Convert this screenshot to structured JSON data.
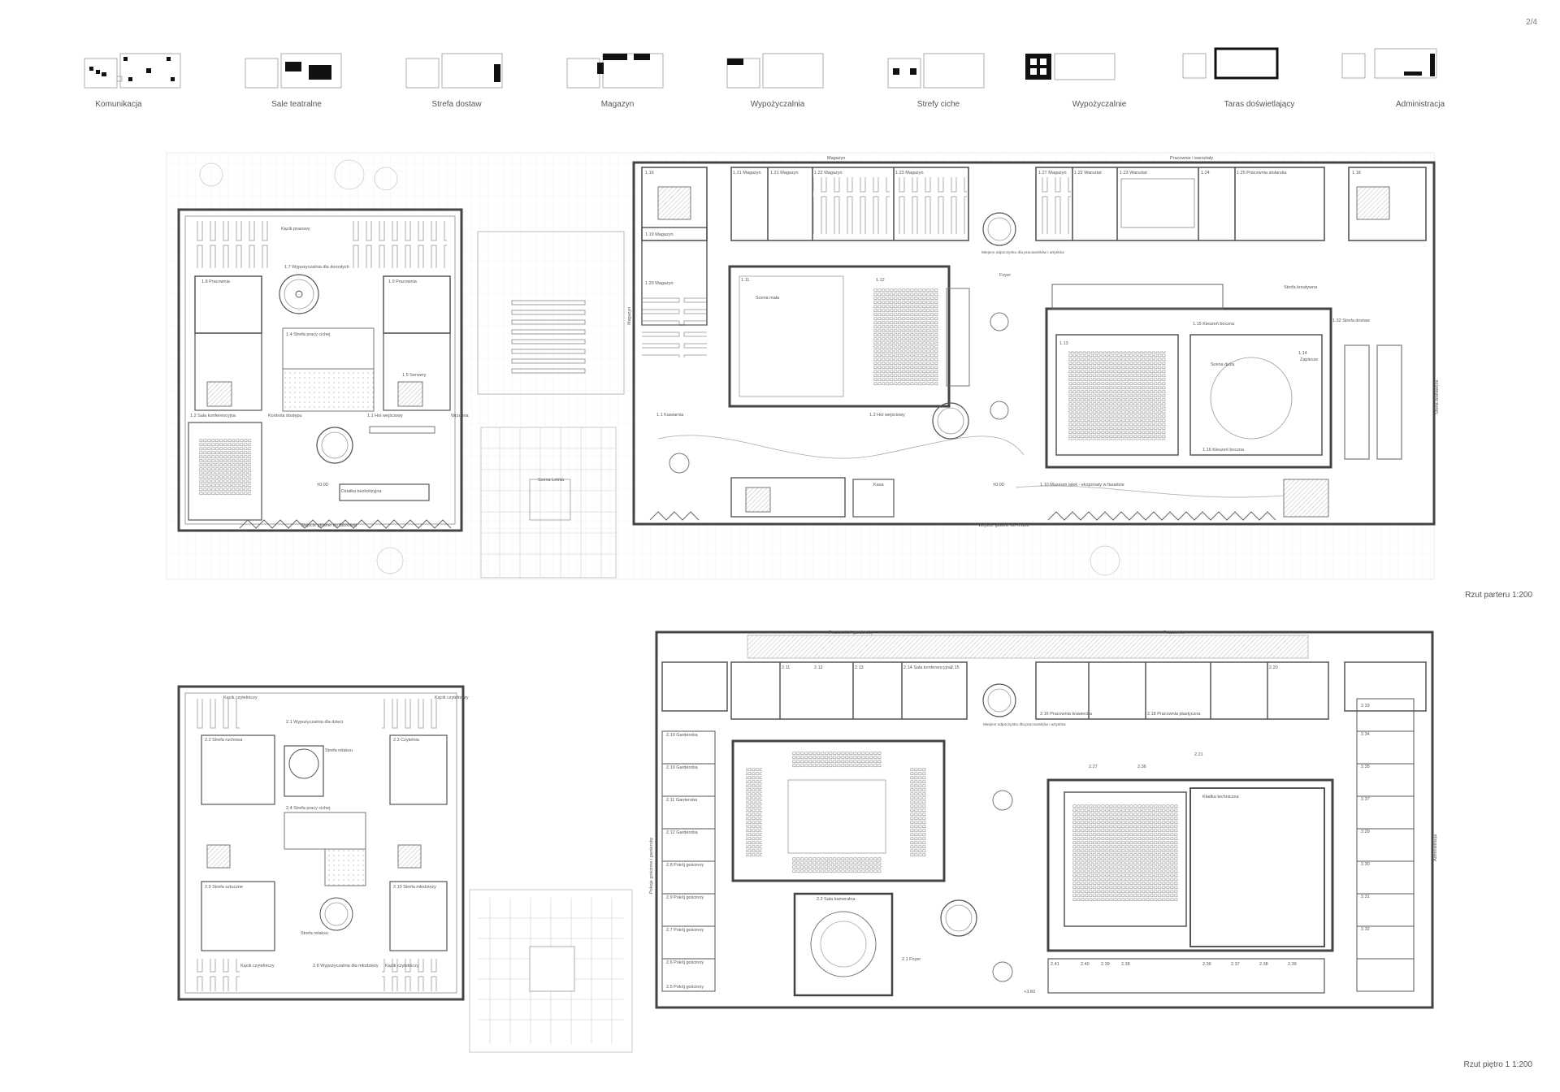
{
  "page_number": "2/4",
  "legend": [
    {
      "label": "Komunikacja"
    },
    {
      "label": "Sale teatralne"
    },
    {
      "label": "Strefa dostaw"
    },
    {
      "label": "Magazyn"
    },
    {
      "label": "Wypożyczalnia"
    },
    {
      "label": "Strefy ciche"
    },
    {
      "label": "Wypożyczalnie"
    },
    {
      "label": "Taras doświetlający"
    },
    {
      "label": "Administracja"
    }
  ],
  "ground_floor": {
    "title": "Rzut parteru 1:200",
    "labels": {
      "magazyn_top": "Magazyn",
      "pracownie_top": "Pracownie i warsztaty",
      "r116": "1.16",
      "r121": "1.21 Magazyn",
      "r121b": "1.21 Magazyn",
      "r122": "1.22 Magazyn",
      "r123": "1.23 Magazyn",
      "r127": "1.27 Magazyn",
      "r122w": "1.22 Warsztat",
      "r123w": "1.23 Warsztat",
      "r124": "1.24",
      "r125": "1.25 Pracownia stolarska",
      "r118": "1.18",
      "r119": "1.19 Magazyn",
      "r120": "1.20 Magazyn",
      "miejsce": "Miejsce odpoczynku dla pracowników i artystów",
      "kacik": "Kącik prasowy",
      "r17": "1.7 Wypożyczalnia dla dorosłych",
      "r18": "1.8 Pracownia",
      "r19": "1.9 Pracownia",
      "r14": "1.4 Strefa pracy cichej",
      "r15": "1.5 Serwery",
      "r11s": "1.1 Hol wejściowy",
      "r12s": "1.2 Sala konferencyjna",
      "kontrola": "Kontrola dostępu",
      "wrzutnia": "Wrzutnia",
      "scena_mala": "Scena mała",
      "foyer": "Foyer",
      "r11": "1.11",
      "r112": "1.12",
      "r115": "1.15 Kieszeń boczna",
      "r113": "1.13",
      "r114": "1.14",
      "scena_duza": "Scena duża",
      "zaplecze": "Zaplecze",
      "r116b": "1.16 Kieszeń boczna",
      "strefa_dostaw": "1.32 Strefa dostaw",
      "strefa_kreatywna": "Strefa kreatywna",
      "kawiarnia": "1.1 Kawiarnia",
      "hol_wejsciowy": "1.2 Hol wejściowy",
      "muzeum": "1.10 Muzeum lalek - eksponaty w fasadzie",
      "scena_letnia": "Scena Letnia",
      "dzialka": "Dzialka bezkolizyjna",
      "wejscie_biblioteka": "Wejście główne do Biblioteki",
      "wejscie_teatr": "Wejście główne do Teatru",
      "elev": "±0.00",
      "elev2": "±0.00",
      "kasa": "Kasa",
      "magazyn_side": "Magazyn",
      "strefa_side": "Strefa dostawcza"
    }
  },
  "first_floor": {
    "title": "Rzut piętro 1 1:200",
    "labels": {
      "pracownie_garderoby": "Pracownie i garderoby",
      "pracownie": "Pracownie",
      "r214": "2.14 Sala konferencyjna",
      "r211": "2.11",
      "r212": "2.12",
      "r213": "2.13",
      "r215": "2.15",
      "r216": "2.16 Pracownia krawiecka",
      "r218": "2.18 Pracownia plastyczna",
      "r220": "2.20",
      "miejsce2": "Miejsce odpoczynku dla pracowników i artystów",
      "kacik_czyt": "Kącik czytelniczy",
      "kacik_czyt2": "Kącik czytelniczy",
      "r21": "2.1 Wypożyczalnia dla dzieci",
      "r22": "2.2 Strefa ruchowa",
      "r23": "2.3 Czytelnia",
      "strefa_relaksu": "Strefa relaksu",
      "r24": "2.4 Strefa pracy cichej",
      "r29": "2.9 Strefa sztuczne",
      "r210": "2.10 Strefa młodzieży",
      "strefa_relaksu2": "Strefa relaksu",
      "r28": "2.8 Wypożyczalnia dla młodzieży",
      "kacik_czyt3": "Kącik czytelniczy",
      "kacik_czyt4": "Kącik czytelniczy",
      "r210g": "2.10 Garderoba",
      "r211g": "2.10 Garderoba",
      "r212g": "2.11 Garderoba",
      "r213g": "2.12 Garderoba",
      "r28p": "2.8 Pokój gościnny",
      "r29p": "2.9 Pokój gościnny",
      "r27p": "2.7 Pokój gościnny",
      "r26p": "2.6 Pokój gościnny",
      "r25p": "2.5 Pokój gościnny",
      "sala_kameralna": "2.2 Sala kameralna",
      "foyer2": "2.1 Foyer",
      "widownia": "Kładka techniczna",
      "administracja": "Administracja",
      "elev": "+3.80",
      "r221": "2.21",
      "r227": "2.27",
      "r236": "2.36",
      "r233": "2.33",
      "r234": "2.34",
      "r235": "2.35",
      "r237": "2.37",
      "r229": "2.29",
      "r230": "2.30",
      "r231": "2.31",
      "r232": "2.32",
      "r241": "2.41",
      "r240": "2.40",
      "r239": "2.39",
      "r238": "2.38",
      "r236b": "2.36",
      "r237b": "2.37",
      "r238b": "2.38",
      "r239b": "2.39",
      "pokoje_side": "Pokoje gościnne i garderoby",
      "admin_side": "Administracja"
    }
  }
}
